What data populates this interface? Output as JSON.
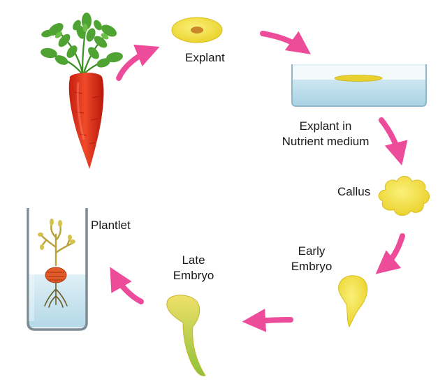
{
  "labels": {
    "explant": "Explant",
    "explant_in_medium_line1": "Explant in",
    "explant_in_medium_line2": "Nutrient medium",
    "callus": "Callus",
    "early_embryo_line1": "Early",
    "early_embryo_line2": "Embryo",
    "late_embryo_line1": "Late",
    "late_embryo_line2": "Embryo",
    "plantlet": "Plantlet"
  },
  "colors": {
    "arrow": "#ec4c9a",
    "carrot": "#e8331c",
    "leaf": "#4a9a2c",
    "tissue": "#f2de3a",
    "medium": "#c7e3ef"
  }
}
